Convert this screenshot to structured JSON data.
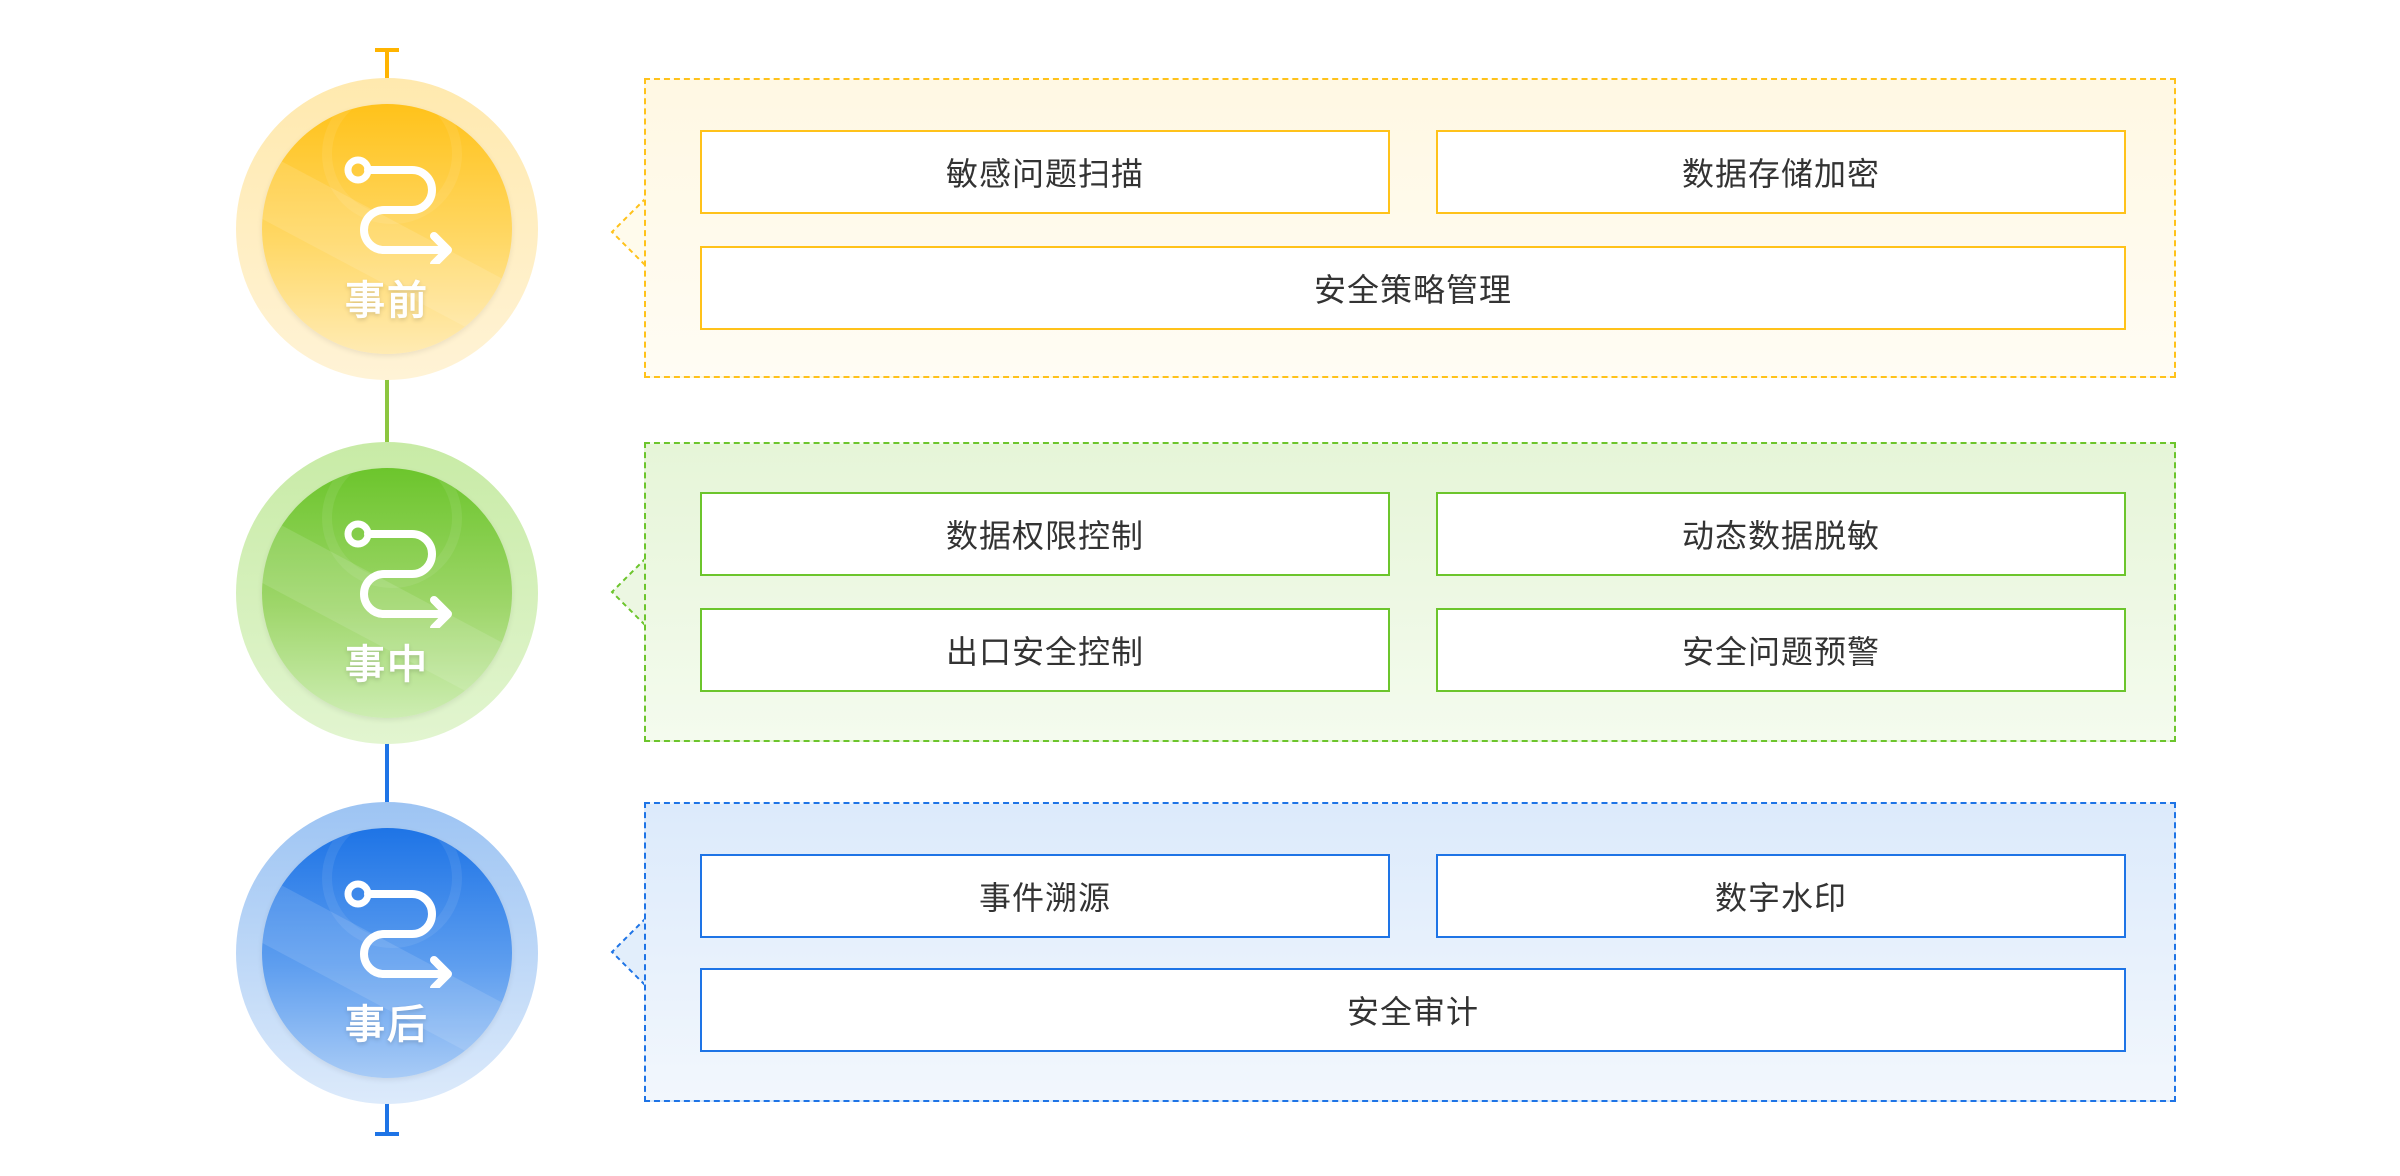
{
  "stages": [
    {
      "label": "事前",
      "colors": {
        "primary": "#FFC21A",
        "light": "#FFE9AE",
        "panel_bg": "#FFFBEC",
        "border": "#FFC21A",
        "line": "#FFB400"
      },
      "icon": "route-icon",
      "items": [
        "敏感问题扫描",
        "数据存储加密",
        "安全策略管理"
      ]
    },
    {
      "label": "事中",
      "colors": {
        "primary": "#6CC52C",
        "light": "#C8EBA6",
        "panel_bg": "#ECF7E2",
        "border": "#6CC52C",
        "line": "#6CC52C"
      },
      "icon": "route-icon",
      "items": [
        "数据权限控制",
        "动态数据脱敏",
        "出口安全控制",
        "安全问题预警"
      ]
    },
    {
      "label": "事后",
      "colors": {
        "primary": "#1E74E6",
        "light": "#B6D3F6",
        "panel_bg": "#E2EEFB",
        "border": "#1E74E6",
        "line": "#1E74E6"
      },
      "icon": "route-icon",
      "items": [
        "事件溯源",
        "数字水印",
        "安全审计"
      ]
    }
  ]
}
